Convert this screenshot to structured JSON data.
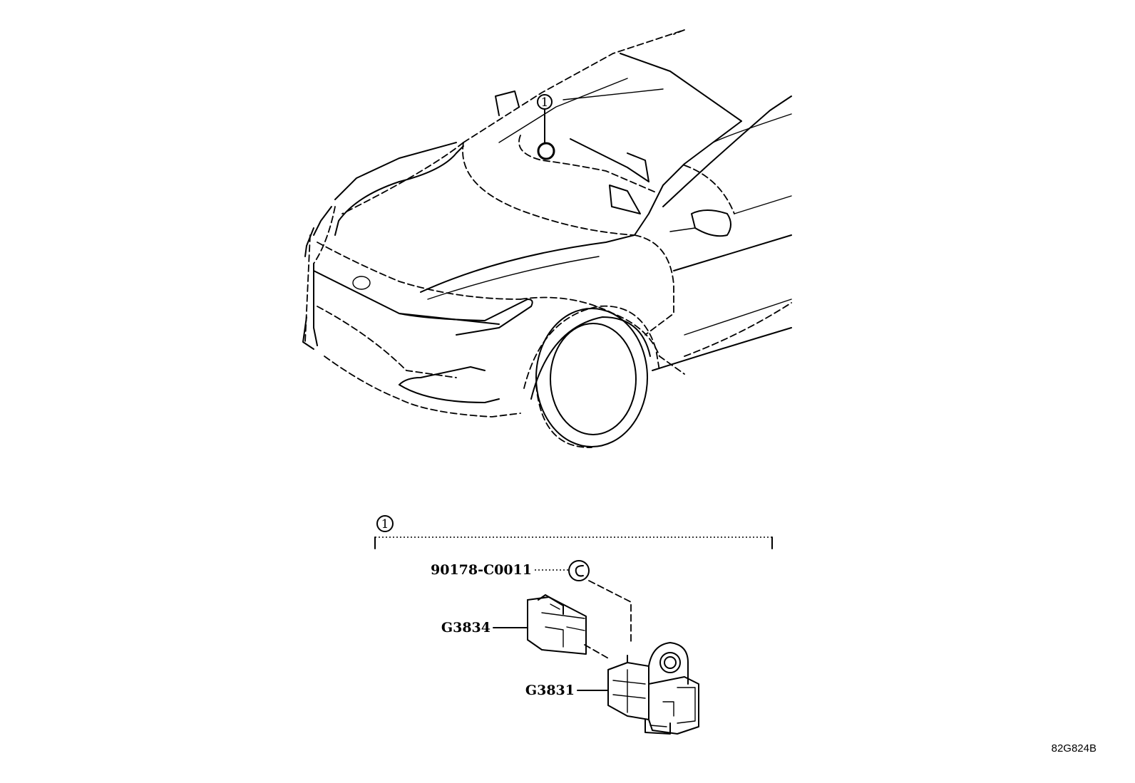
{
  "callouts": {
    "car_item": "1",
    "group_item": "1"
  },
  "parts": {
    "bolt": "90178-C0011",
    "connector": "G3834",
    "sensor": "G3831"
  },
  "figure_ref": "82G824B"
}
